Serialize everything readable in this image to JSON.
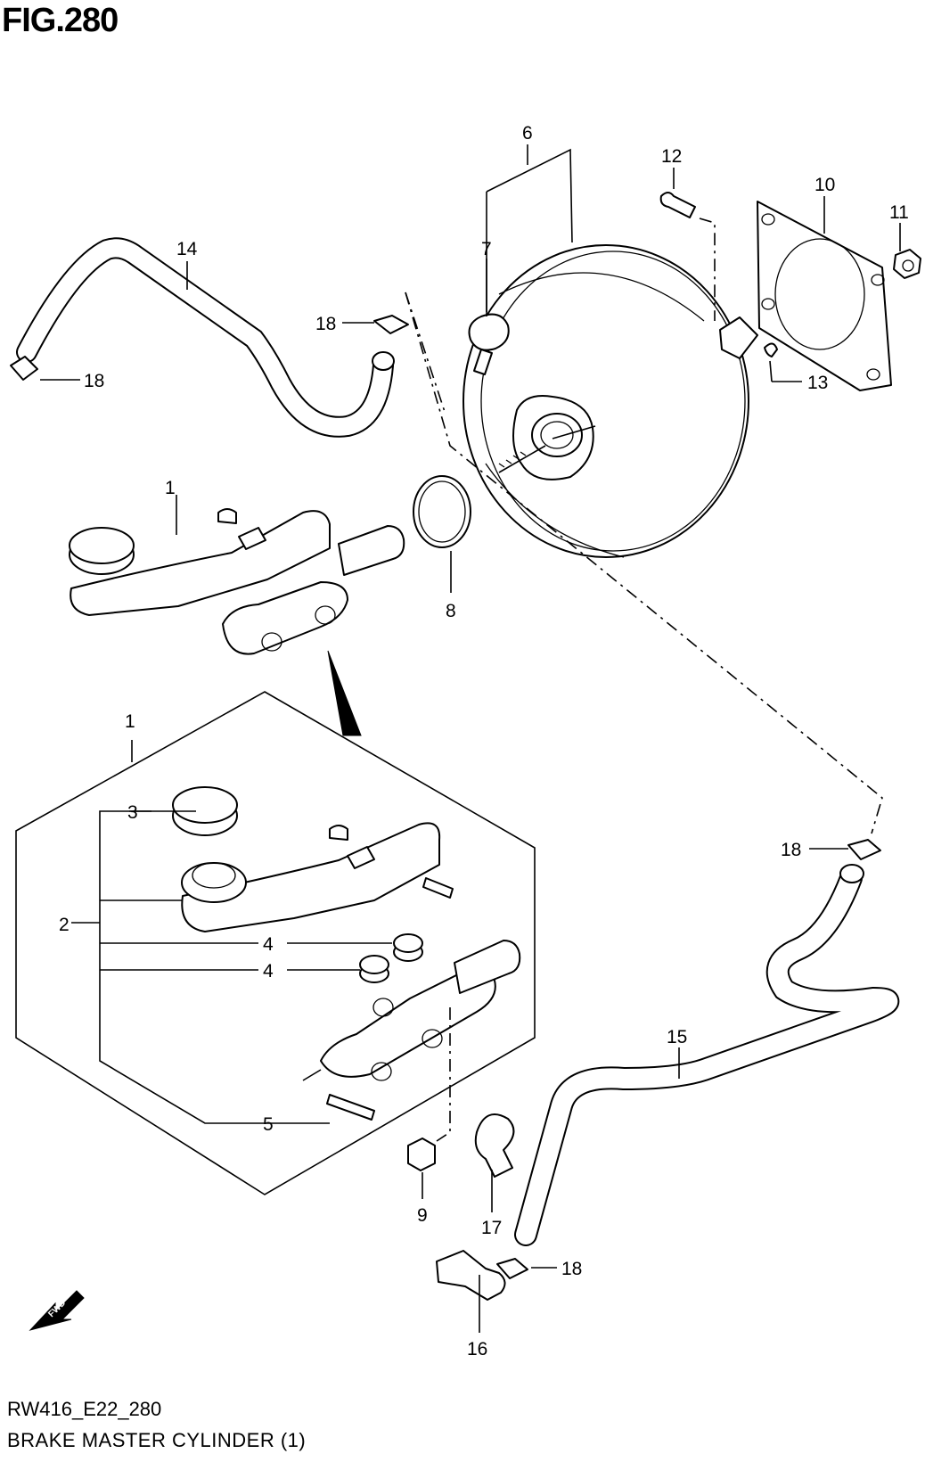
{
  "figure": {
    "title": "FIG.280",
    "code": "RW416_E22_280",
    "name": "BRAKE MASTER CYLINDER (1)"
  },
  "fwd_label": "FWD",
  "callouts": [
    {
      "id": "c1",
      "text": "1"
    },
    {
      "id": "c1b",
      "text": "1"
    },
    {
      "id": "c2",
      "text": "2"
    },
    {
      "id": "c3",
      "text": "3"
    },
    {
      "id": "c4a",
      "text": "4"
    },
    {
      "id": "c4b",
      "text": "4"
    },
    {
      "id": "c5",
      "text": "5"
    },
    {
      "id": "c6",
      "text": "6"
    },
    {
      "id": "c7",
      "text": "7"
    },
    {
      "id": "c8",
      "text": "8"
    },
    {
      "id": "c9",
      "text": "9"
    },
    {
      "id": "c10",
      "text": "10"
    },
    {
      "id": "c11",
      "text": "11"
    },
    {
      "id": "c12",
      "text": "12"
    },
    {
      "id": "c13",
      "text": "13"
    },
    {
      "id": "c14",
      "text": "14"
    },
    {
      "id": "c15",
      "text": "15"
    },
    {
      "id": "c16",
      "text": "16"
    },
    {
      "id": "c17",
      "text": "17"
    },
    {
      "id": "c18a",
      "text": "18"
    },
    {
      "id": "c18b",
      "text": "18"
    },
    {
      "id": "c18c",
      "text": "18"
    },
    {
      "id": "c18d",
      "text": "18"
    }
  ]
}
